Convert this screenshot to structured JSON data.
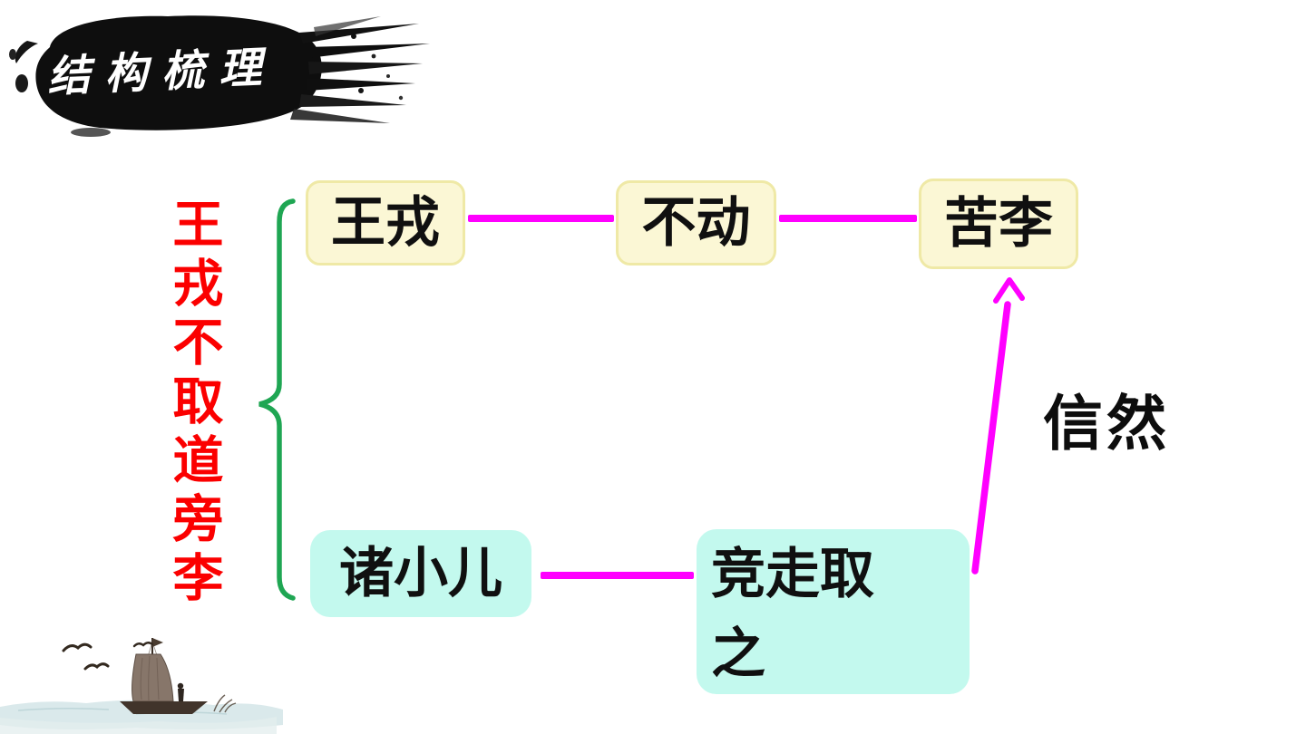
{
  "banner": {
    "title": "结构梳理"
  },
  "left_title": {
    "text": "王戎不取道旁李"
  },
  "diagram": {
    "nodes": {
      "wangrong": "王戎",
      "budong": "不动",
      "kuli": "苦李",
      "zhuxiaoer": "诸小儿",
      "jingzouquzhi": "竞走取之"
    },
    "arrow_label": "信然"
  },
  "colors": {
    "title_red": "#fb0000",
    "brace_green": "#1fa653",
    "connector_magenta": "#ff00ff",
    "top_box_fill": "#fbf7d5",
    "top_box_border": "#efe9a6",
    "bottom_box_fill": "#c3f9ee",
    "banner_ink": "#0e0e0e",
    "banner_text": "#ffffff"
  },
  "decor": {
    "boat_scene": "ink-wash sailboat with birds on water"
  }
}
